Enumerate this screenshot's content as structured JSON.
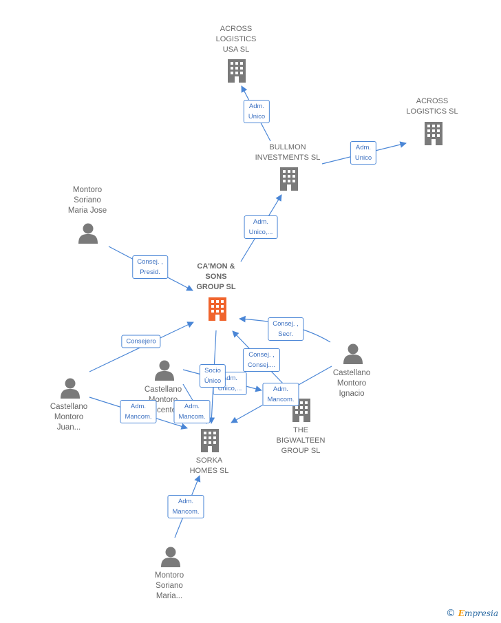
{
  "colors": {
    "edge": "#4a86d6",
    "node": "#7a7a7a",
    "focus": "#f0642d",
    "label_text": "#666666"
  },
  "nodes": {
    "across_usa": {
      "kind": "company",
      "lines": [
        "ACROSS",
        "LOGISTICS",
        "USA  SL"
      ]
    },
    "across": {
      "kind": "company",
      "lines": [
        "ACROSS",
        "LOGISTICS SL"
      ]
    },
    "bullmon": {
      "kind": "company",
      "lines": [
        "BULLMON",
        "INVESTMENTS SL"
      ]
    },
    "montoro_jose": {
      "kind": "person",
      "lines": [
        "Montoro",
        "Soriano",
        "Maria Jose"
      ]
    },
    "camon": {
      "kind": "company",
      "focus": true,
      "lines": [
        "CA'MON &",
        "SONS",
        "GROUP  SL"
      ]
    },
    "castellano_juan": {
      "kind": "person",
      "lines": [
        "Castellano",
        "Montoro",
        "Juan..."
      ]
    },
    "castellano_vicente": {
      "kind": "person",
      "lines": [
        "Castellano",
        "Montoro",
        "Vicente"
      ]
    },
    "castellano_ignacio": {
      "kind": "person",
      "lines": [
        "Castellano",
        "Montoro",
        "Ignacio"
      ]
    },
    "bigwalteen": {
      "kind": "company",
      "lines": [
        "THE",
        "BIGWALTEEN",
        "GROUP  SL"
      ]
    },
    "sorka": {
      "kind": "company",
      "lines": [
        "SORKA",
        "HOMES  SL"
      ]
    },
    "montoro_maria": {
      "kind": "person",
      "lines": [
        "Montoro",
        "Soriano",
        "Maria..."
      ]
    }
  },
  "edges": [
    {
      "id": "bullmon-across-usa",
      "lines": [
        "Adm.",
        "Unico"
      ]
    },
    {
      "id": "bullmon-across",
      "lines": [
        "Adm.",
        "Unico"
      ]
    },
    {
      "id": "camon-bullmon",
      "lines": [
        "Adm.",
        "Unico,..."
      ]
    },
    {
      "id": "jose-camon",
      "lines": [
        "Consej. ,",
        "Presid."
      ]
    },
    {
      "id": "juan-camon",
      "lines": [
        "Consejero"
      ]
    },
    {
      "id": "ignacio-camon-secr",
      "lines": [
        "Consej. ,",
        "Secr."
      ]
    },
    {
      "id": "bigwalteen-camon",
      "lines": [
        "Consej. ,",
        "Consej...."
      ]
    },
    {
      "id": "vicente-sorka-unico",
      "lines": [
        "Adm.",
        "Unico,..."
      ]
    },
    {
      "id": "camon-sorka",
      "lines": [
        "Socio",
        "Único"
      ]
    },
    {
      "id": "ignacio-sorka",
      "lines": [
        "Adm.",
        "Mancom."
      ]
    },
    {
      "id": "juan-sorka",
      "lines": [
        "Adm.",
        "Mancom."
      ]
    },
    {
      "id": "vicente-sorka-mancom",
      "lines": [
        "Adm.",
        "Mancom."
      ]
    },
    {
      "id": "maria-sorka",
      "lines": [
        "Adm.",
        "Mancom."
      ]
    }
  ],
  "footer": {
    "copyright": "©",
    "brand_initial": "E",
    "brand_rest": "mpresia"
  }
}
